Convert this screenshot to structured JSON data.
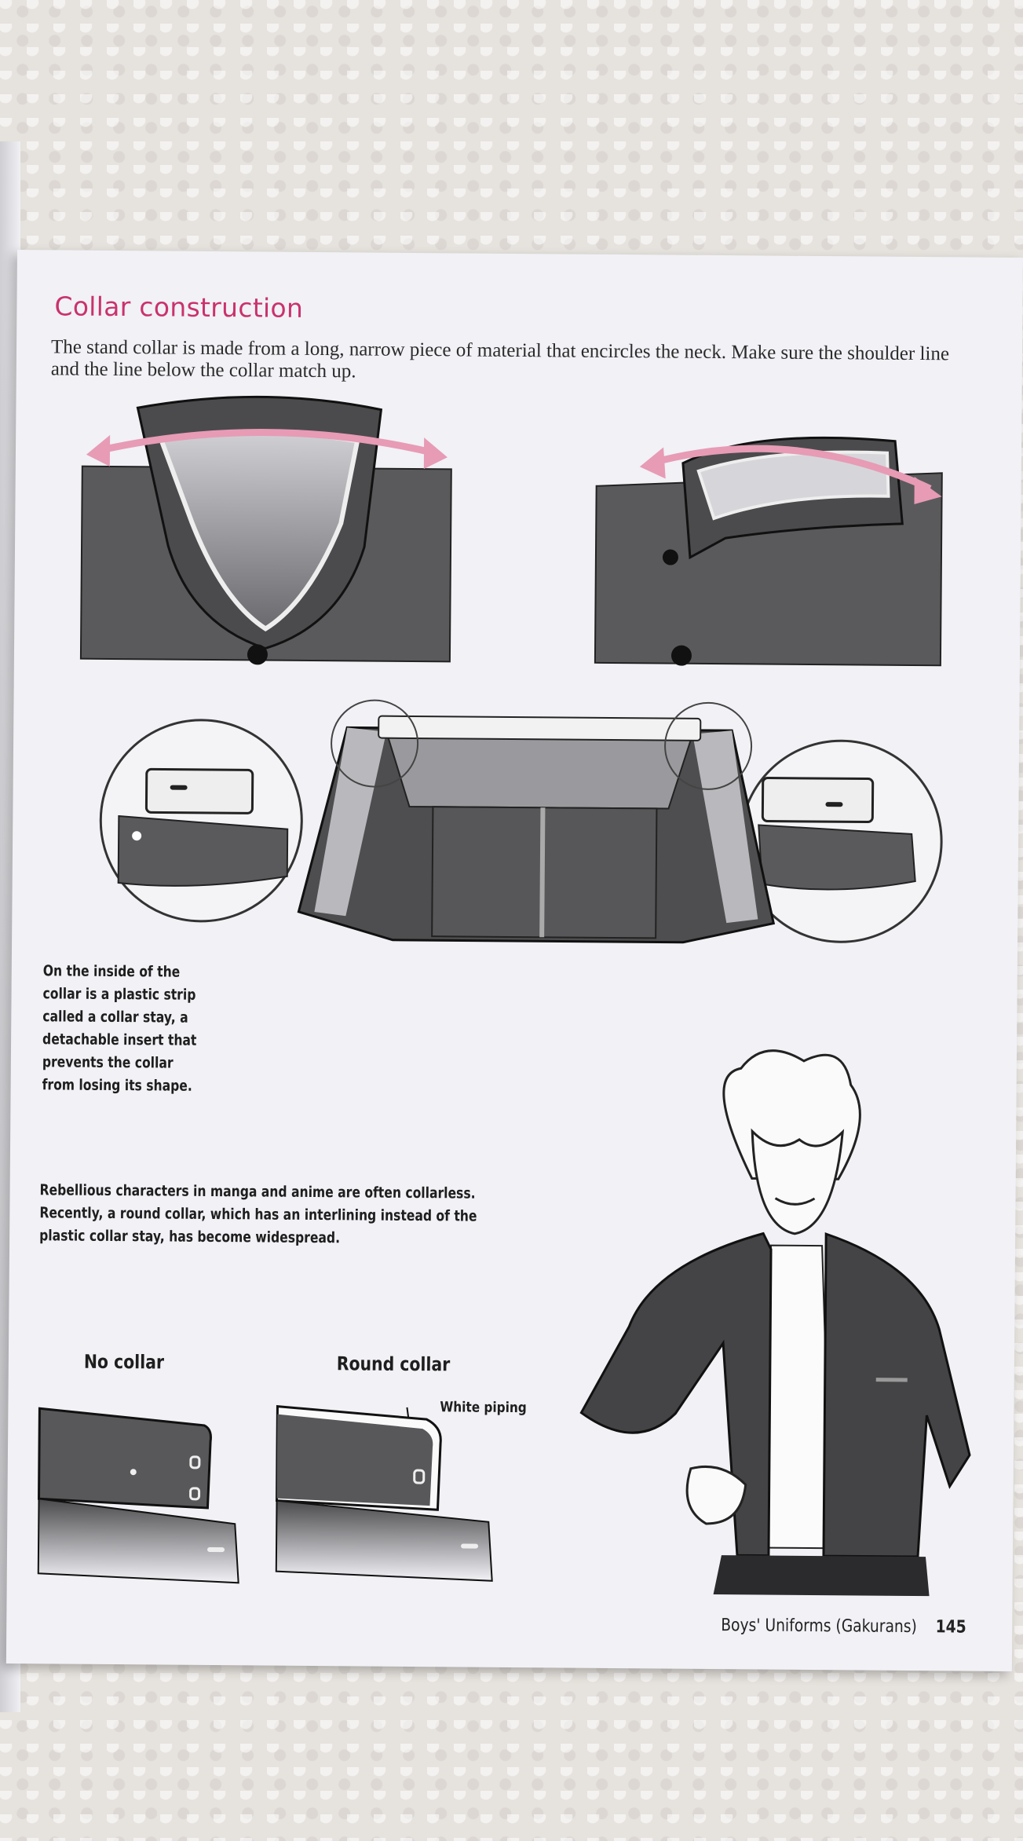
{
  "section": {
    "heading": "Collar construction",
    "intro": "The stand collar is made from a long, narrow piece of material that encircles the neck. Make sure the shoulder line and the line below the collar match up."
  },
  "captions": {
    "collar_stay": "On the inside of the collar is a plastic strip called a collar stay, a detachable insert that prevents the collar from losing its shape.",
    "rebellious": "Rebellious characters in manga and anime are often collarless. Recently, a round collar, which has an interlining instead of the plastic collar stay, has become widespread."
  },
  "labels": {
    "no_collar": "No collar",
    "round_collar": "Round collar",
    "white_piping": "White piping"
  },
  "footer": {
    "chapter": "Boys' Uniforms (Gakurans)",
    "page_number": "145"
  },
  "colors": {
    "heading": "#c9326d",
    "arrow_pink": "#e79bb5",
    "fabric": "#555555"
  }
}
